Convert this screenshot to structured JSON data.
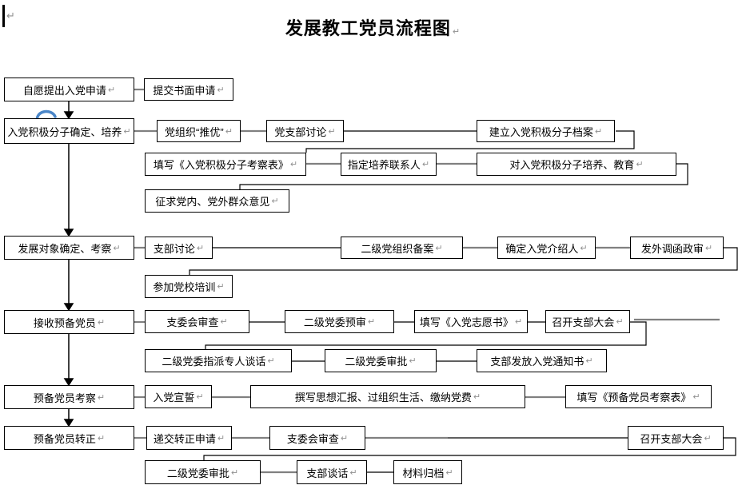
{
  "title": "发展教工党员流程图",
  "marks": {
    "pilcrow": "↵"
  },
  "colors": {
    "box_border": "#000000",
    "connector_gray": "#808080",
    "line_black": "#000000",
    "arc_blue": "#4a86c8",
    "pilcrow_gray": "#909090"
  },
  "nodes": [
    {
      "id": "stage-voluntary-application",
      "label": "自愿提出入党申请"
    },
    {
      "id": "node-submit-written-application",
      "label": "提交书面申请"
    },
    {
      "id": "stage-activist-determination",
      "label": "入党积极分子确定、培养"
    },
    {
      "id": "node-party-org-recommendation",
      "label": "党组织“推优”"
    },
    {
      "id": "node-branch-discussion",
      "label": "党支部讨论"
    },
    {
      "id": "node-establish-activist-file",
      "label": "建立入党积极分子档案"
    },
    {
      "id": "node-fill-activist-form",
      "label": "填写《入党积极分子考察表》"
    },
    {
      "id": "node-assign-cultivation-contact",
      "label": "指定培养联系人"
    },
    {
      "id": "node-cultivate-educate-activists",
      "label": "对入党积极分子培养、教育"
    },
    {
      "id": "node-solicit-opinions",
      "label": "征求党内、党外群众意见"
    },
    {
      "id": "stage-development-object",
      "label": "发展对象确定、考察"
    },
    {
      "id": "node-branch-discussion-2",
      "label": "支部讨论"
    },
    {
      "id": "node-secondary-committee-filing",
      "label": "二级党组织备案"
    },
    {
      "id": "node-confirm-introducers",
      "label": "确定入党介绍人"
    },
    {
      "id": "node-external-political-review",
      "label": "发外调函政审"
    },
    {
      "id": "node-party-school-training",
      "label": "参加党校培训"
    },
    {
      "id": "stage-accept-probationary",
      "label": "接收预备党员"
    },
    {
      "id": "node-branch-committee-review",
      "label": "支委会审查"
    },
    {
      "id": "node-secondary-committee-preview",
      "label": "二级党委预审"
    },
    {
      "id": "node-fill-application-form",
      "label": "填写《入党志愿书》"
    },
    {
      "id": "node-branch-general-meeting",
      "label": "召开支部大会"
    },
    {
      "id": "node-appointed-talk",
      "label": "二级党委指派专人谈话"
    },
    {
      "id": "node-secondary-committee-approval",
      "label": "二级党委审批"
    },
    {
      "id": "node-issue-admission-notice",
      "label": "支部发放入党通知书"
    },
    {
      "id": "stage-probationary-inspection",
      "label": "预备党员考察"
    },
    {
      "id": "node-oath",
      "label": "入党宣誓"
    },
    {
      "id": "node-thought-reports",
      "label": "撰写思想汇报、过组织生活、缴纳党费"
    },
    {
      "id": "node-fill-probationary-form",
      "label": "填写《预备党员考察表》"
    },
    {
      "id": "stage-confirmation",
      "label": "预备党员转正"
    },
    {
      "id": "node-submit-confirmation-application",
      "label": "递交转正申请"
    },
    {
      "id": "node-branch-committee-review-2",
      "label": "支委会审查"
    },
    {
      "id": "node-branch-general-meeting-2",
      "label": "召开支部大会"
    },
    {
      "id": "node-secondary-committee-approval-2",
      "label": "二级党委审批"
    },
    {
      "id": "node-branch-talk",
      "label": "支部谈话"
    },
    {
      "id": "node-archive-materials",
      "label": "材料归档"
    }
  ]
}
